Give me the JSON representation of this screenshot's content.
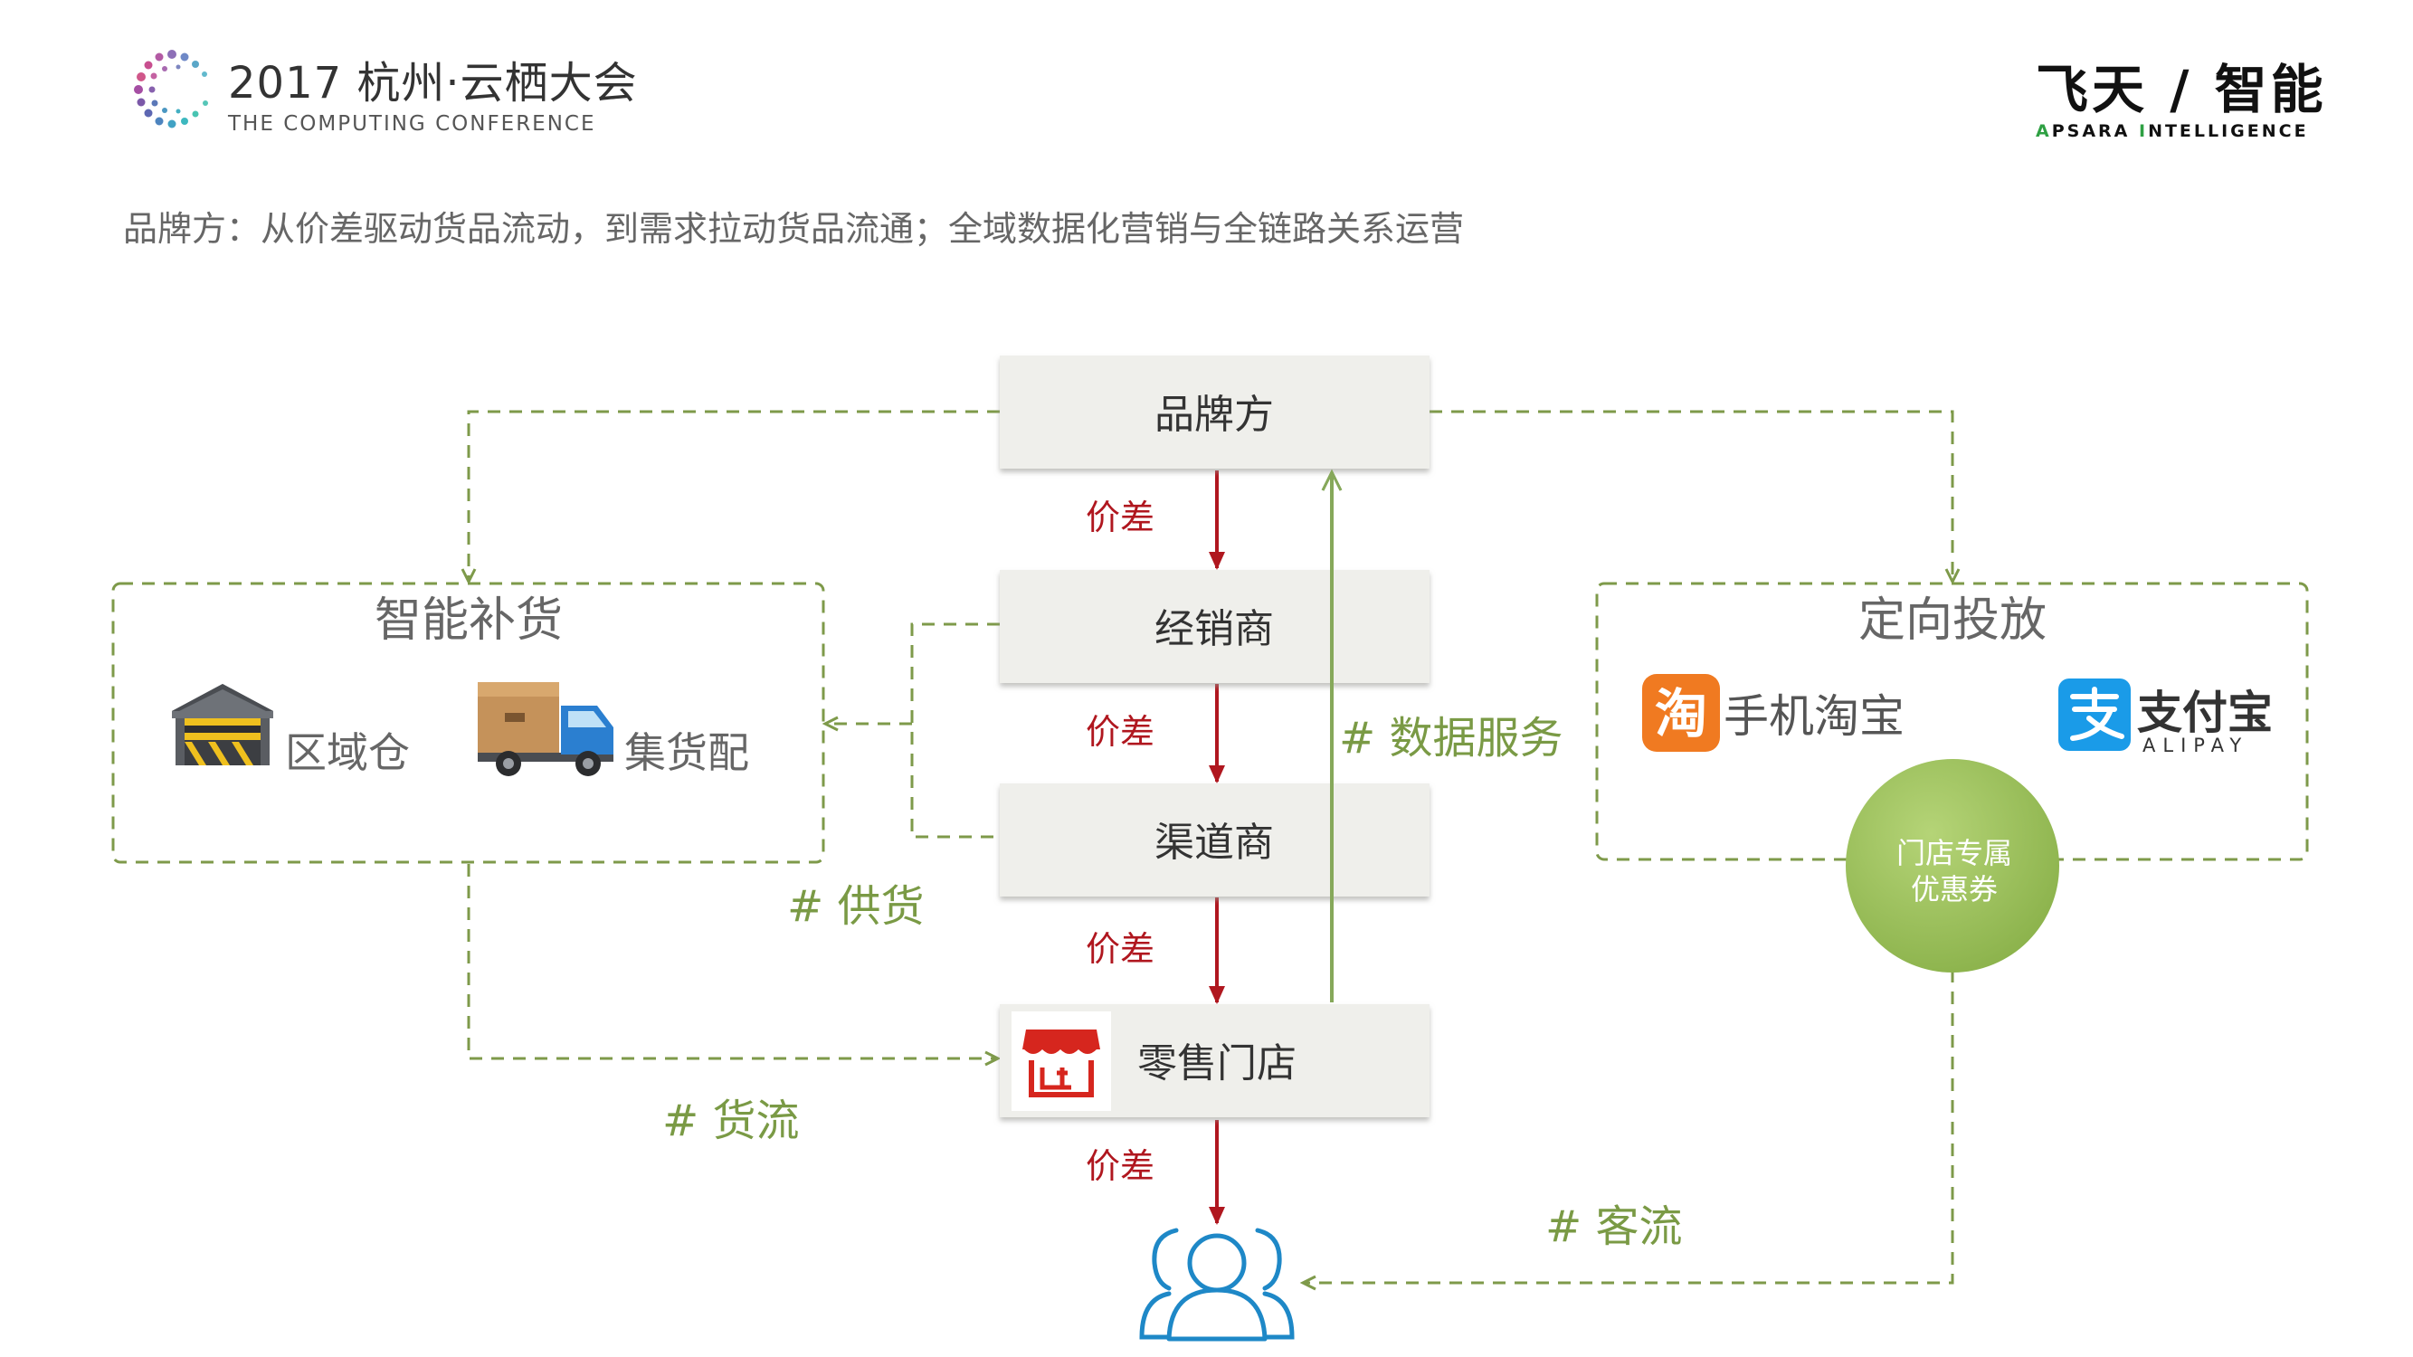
{
  "header": {
    "conference_title": "2017 杭州·云栖大会",
    "conference_subtitle": "THE COMPUTING CONFERENCE",
    "brand_cn": "飞天 / 智能",
    "brand_en_letters": [
      "A",
      "PSARA ",
      "I",
      "NTELLIGENCE"
    ]
  },
  "subtitle": "品牌方：从价差驱动货品流动，到需求拉动货品流通；全域数据化营销与全链路关系运营",
  "chain": {
    "brand_owner": "品牌方",
    "distributor": "经销商",
    "channel_dealer": "渠道商",
    "retail_store": "零售门店",
    "price_gap_label": "价差"
  },
  "smart_replenishment": {
    "title": "智能补货",
    "regional_warehouse": "区域仓",
    "consolidated_delivery": "集货配"
  },
  "targeted_delivery": {
    "title": "定向投放",
    "taobao_label": "手机淘宝",
    "taobao_icon_char": "淘",
    "alipay_cn": "支付宝",
    "alipay_en": "ALIPAY",
    "coupon_line1": "门店专属",
    "coupon_line2": "优惠券"
  },
  "flows": {
    "data_service": "# 数据服务",
    "supply": "# 供货",
    "goods_flow": "# 货流",
    "customer_flow": "# 客流"
  },
  "colors": {
    "dashed_green": "#7e9a4a",
    "solid_arrow_red": "#b0171f",
    "data_arrow_green": "#86a85a",
    "label_green": "#7a9a45",
    "label_red": "#b0171f",
    "customer_icon_blue": "#1e88c7",
    "coupon_circle": "#9bbe5a",
    "box_fill": "#efefeb",
    "box_shadow": "#c7c7c2"
  },
  "icons": {
    "customer": "user-group-icon",
    "store": "storefront-icon",
    "warehouse": "warehouse-icon",
    "truck": "delivery-truck-icon",
    "taobao": "taobao-icon",
    "alipay": "alipay-icon"
  }
}
